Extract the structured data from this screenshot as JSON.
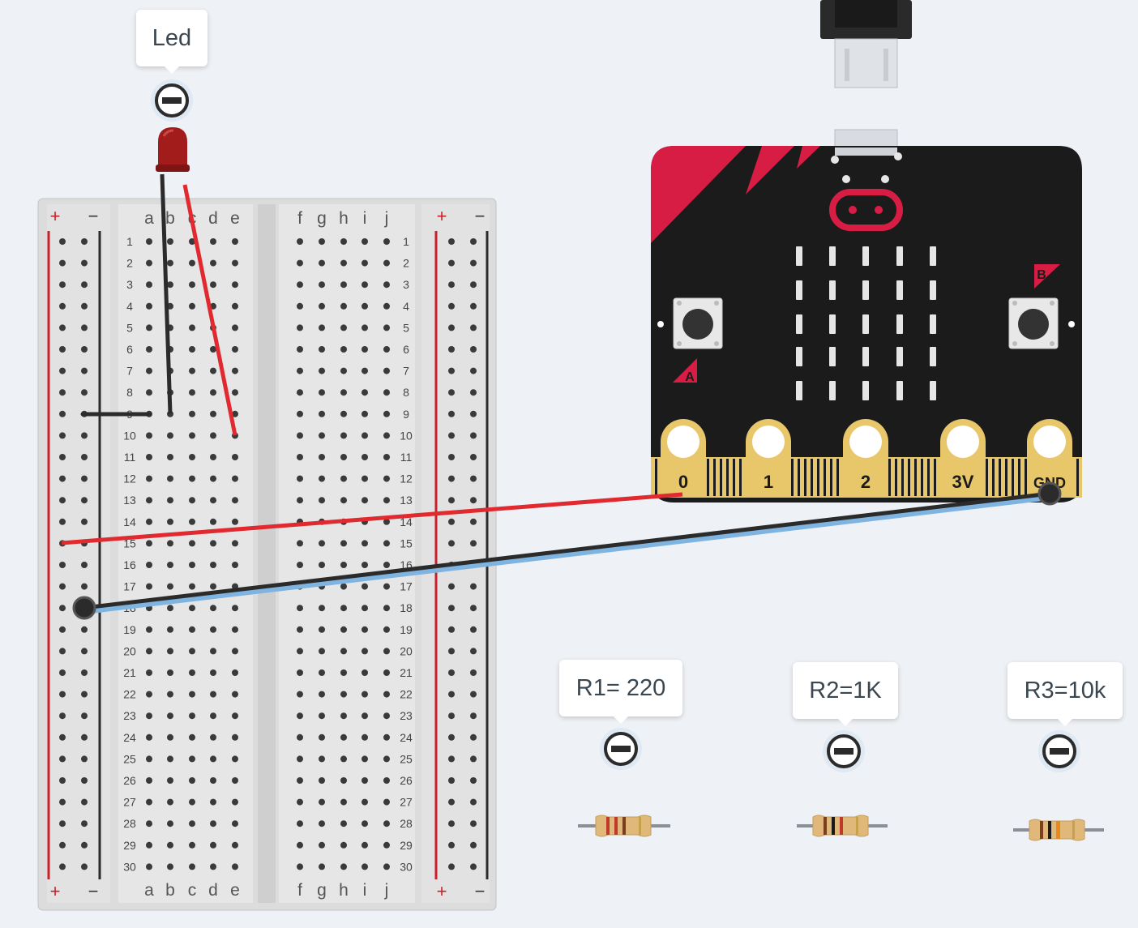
{
  "breadboard": {
    "columns_left": [
      "a",
      "b",
      "c",
      "d",
      "e"
    ],
    "columns_right": [
      "f",
      "g",
      "h",
      "i",
      "j"
    ],
    "rows": [
      "1",
      "2",
      "3",
      "4",
      "5",
      "6",
      "7",
      "8",
      "9",
      "10",
      "11",
      "12",
      "13",
      "14",
      "15",
      "16",
      "17",
      "18",
      "19",
      "20",
      "21",
      "22",
      "23",
      "24",
      "25",
      "26",
      "27",
      "28",
      "29",
      "30"
    ],
    "rail_plus": "+",
    "rail_minus": "−"
  },
  "microbit": {
    "pins": [
      "0",
      "1",
      "2",
      "3V",
      "GND"
    ],
    "button_a": "A",
    "button_b": "B"
  },
  "labels": {
    "led": "Led",
    "r1": "R1= 220",
    "r2": "R2=1K",
    "r3": "R3=10k"
  },
  "icons": {
    "remove": "minus-circle-icon"
  },
  "colors": {
    "background": "#eef1f5",
    "wire_red": "#e02a2f",
    "wire_black": "#2b2b2b",
    "microbit_board": "#1b1b1b",
    "microbit_accent": "#d81d44",
    "microbit_pin_gold": "#e8c66a",
    "led_red": "#a31c1c"
  }
}
